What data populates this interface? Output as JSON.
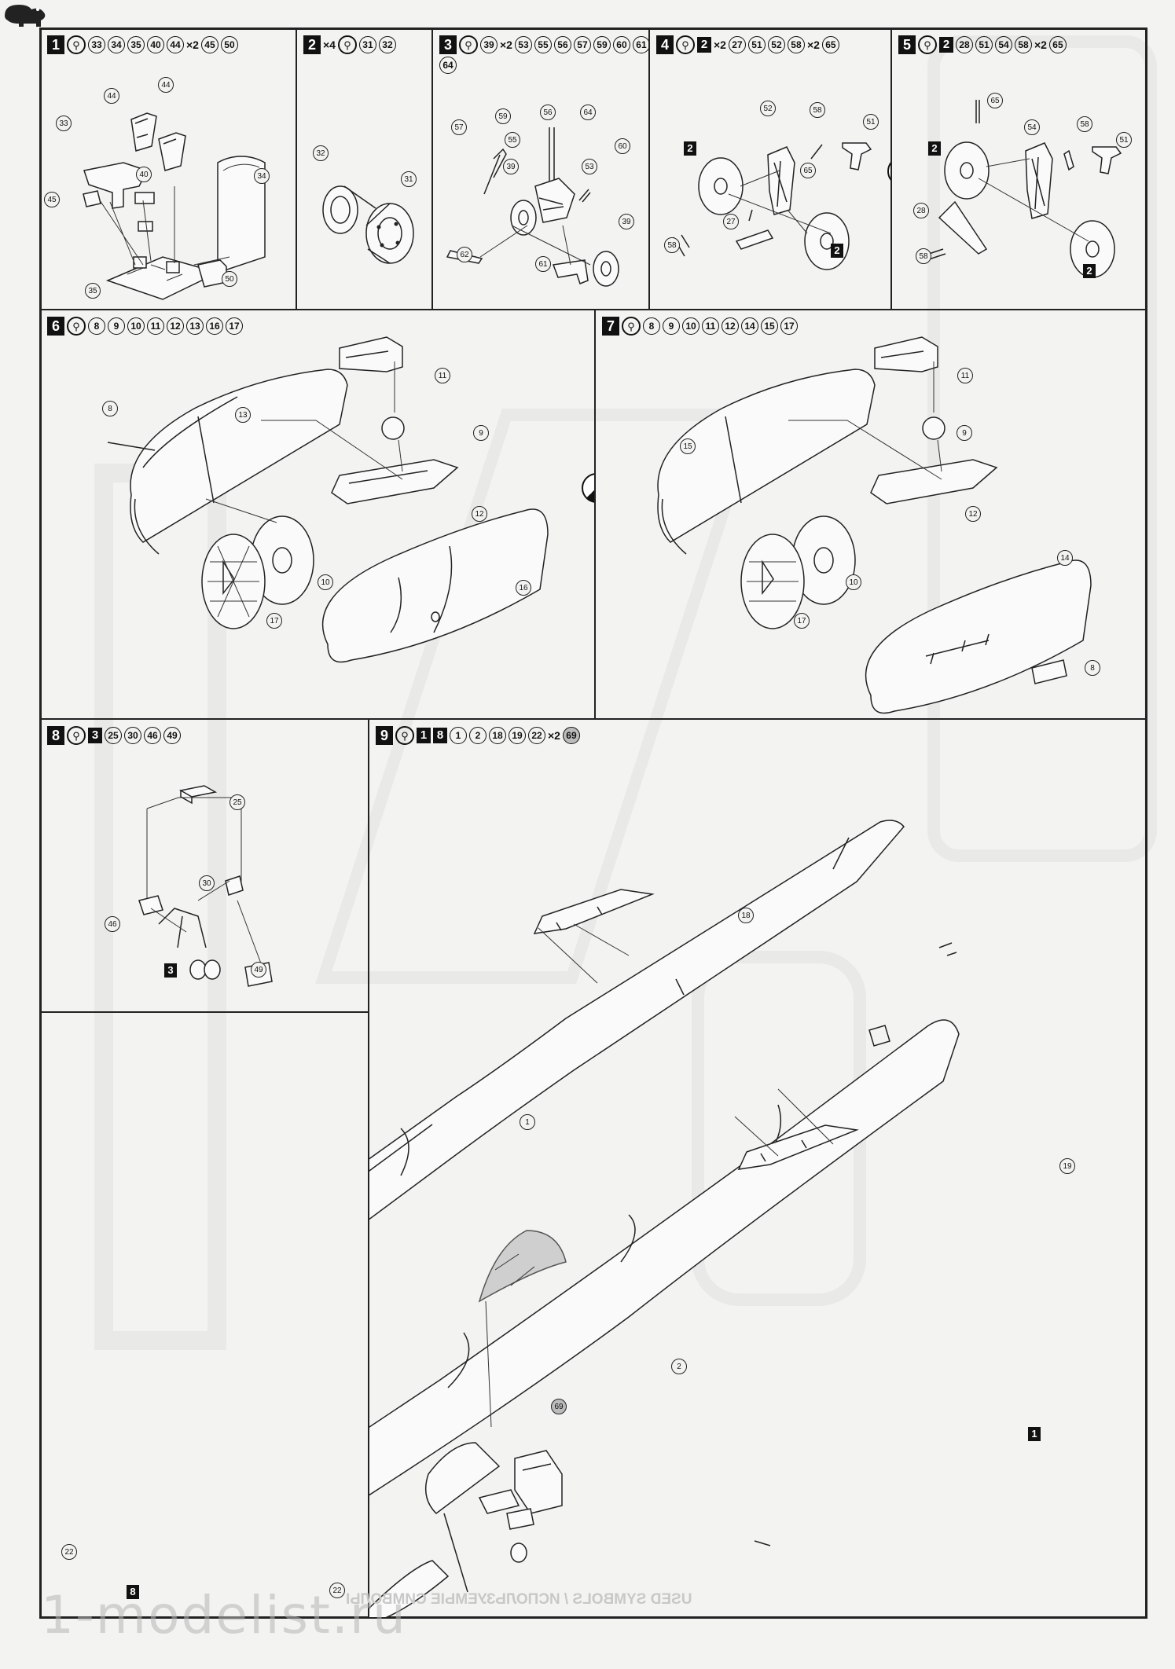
{
  "steps": [
    {
      "num": "1",
      "items": [
        {
          "t": "glue"
        },
        {
          "t": "p",
          "v": "33"
        },
        {
          "t": "p",
          "v": "34"
        },
        {
          "t": "p",
          "v": "35"
        },
        {
          "t": "p",
          "v": "40"
        },
        {
          "t": "p",
          "v": "44"
        },
        {
          "t": "x",
          "v": "×2"
        },
        {
          "t": "p",
          "v": "45"
        },
        {
          "t": "p",
          "v": "50"
        }
      ]
    },
    {
      "num": "2",
      "items": [
        {
          "t": "x",
          "v": "×4"
        },
        {
          "t": "glue"
        },
        {
          "t": "p",
          "v": "31"
        },
        {
          "t": "p",
          "v": "32"
        }
      ]
    },
    {
      "num": "3",
      "items": [
        {
          "t": "glue"
        },
        {
          "t": "p",
          "v": "39"
        },
        {
          "t": "x",
          "v": "×2"
        },
        {
          "t": "p",
          "v": "53"
        },
        {
          "t": "p",
          "v": "55"
        },
        {
          "t": "p",
          "v": "56"
        },
        {
          "t": "p",
          "v": "57"
        },
        {
          "t": "p",
          "v": "59"
        },
        {
          "t": "p",
          "v": "60"
        },
        {
          "t": "p",
          "v": "61"
        },
        {
          "t": "p",
          "v": "64"
        }
      ]
    },
    {
      "num": "4",
      "items": [
        {
          "t": "glue"
        },
        {
          "t": "sq",
          "v": "2"
        },
        {
          "t": "x",
          "v": "×2"
        },
        {
          "t": "p",
          "v": "27"
        },
        {
          "t": "p",
          "v": "51"
        },
        {
          "t": "p",
          "v": "52"
        },
        {
          "t": "p",
          "v": "58"
        },
        {
          "t": "x",
          "v": "×2"
        },
        {
          "t": "p",
          "v": "65"
        }
      ]
    },
    {
      "num": "5",
      "items": [
        {
          "t": "glue"
        },
        {
          "t": "sq",
          "v": "2"
        },
        {
          "t": "p",
          "v": "28"
        },
        {
          "t": "p",
          "v": "51"
        },
        {
          "t": "p",
          "v": "54"
        },
        {
          "t": "p",
          "v": "58"
        },
        {
          "t": "x",
          "v": "×2"
        },
        {
          "t": "p",
          "v": "65"
        }
      ]
    },
    {
      "num": "6",
      "items": [
        {
          "t": "glue"
        },
        {
          "t": "p",
          "v": "8"
        },
        {
          "t": "p",
          "v": "9"
        },
        {
          "t": "p",
          "v": "10"
        },
        {
          "t": "p",
          "v": "11"
        },
        {
          "t": "p",
          "v": "12"
        },
        {
          "t": "p",
          "v": "13"
        },
        {
          "t": "p",
          "v": "16"
        },
        {
          "t": "p",
          "v": "17"
        }
      ]
    },
    {
      "num": "7",
      "items": [
        {
          "t": "glue"
        },
        {
          "t": "p",
          "v": "8"
        },
        {
          "t": "p",
          "v": "9"
        },
        {
          "t": "p",
          "v": "10"
        },
        {
          "t": "p",
          "v": "11"
        },
        {
          "t": "p",
          "v": "12"
        },
        {
          "t": "p",
          "v": "14"
        },
        {
          "t": "p",
          "v": "15"
        },
        {
          "t": "p",
          "v": "17"
        }
      ]
    },
    {
      "num": "8",
      "items": [
        {
          "t": "glue"
        },
        {
          "t": "sq",
          "v": "3"
        },
        {
          "t": "p",
          "v": "25"
        },
        {
          "t": "p",
          "v": "30"
        },
        {
          "t": "p",
          "v": "46"
        },
        {
          "t": "p",
          "v": "49"
        }
      ]
    },
    {
      "num": "9",
      "items": [
        {
          "t": "glue"
        },
        {
          "t": "sq",
          "v": "1"
        },
        {
          "t": "sq",
          "v": "8"
        },
        {
          "t": "p",
          "v": "1"
        },
        {
          "t": "p",
          "v": "2"
        },
        {
          "t": "p",
          "v": "18"
        },
        {
          "t": "p",
          "v": "19"
        },
        {
          "t": "p",
          "v": "22"
        },
        {
          "t": "x",
          "v": "×2"
        },
        {
          "t": "ps",
          "v": "69"
        }
      ]
    }
  ],
  "callouts": {
    "s1": [
      "44",
      "44",
      "33",
      "40",
      "34",
      "45",
      "35",
      "50"
    ],
    "s2": [
      "32",
      "31"
    ],
    "s3": [
      "59",
      "56",
      "64",
      "57",
      "55",
      "60",
      "53",
      "39",
      "39",
      "62",
      "61"
    ],
    "s4": [
      "52",
      "58",
      "51",
      "65",
      "27",
      "58",
      "2",
      "2"
    ],
    "s5": [
      "65",
      "54",
      "58",
      "51",
      "28",
      "58",
      "2",
      "2"
    ],
    "s6": [
      "8",
      "13",
      "11",
      "9",
      "12",
      "10",
      "17",
      "16"
    ],
    "s7": [
      "15",
      "11",
      "9",
      "12",
      "10",
      "17",
      "14",
      "8"
    ],
    "s8": [
      "25",
      "30",
      "46",
      "49",
      "3"
    ],
    "s9": [
      "18",
      "19",
      "1",
      "2",
      "69",
      "22",
      "22",
      "1",
      "8"
    ]
  },
  "watermark": "1-modelist.ru",
  "icons": {
    "glue": "glue-tube-icon",
    "divider": "half-circle-icon",
    "logo": "hippo-logo-icon"
  }
}
